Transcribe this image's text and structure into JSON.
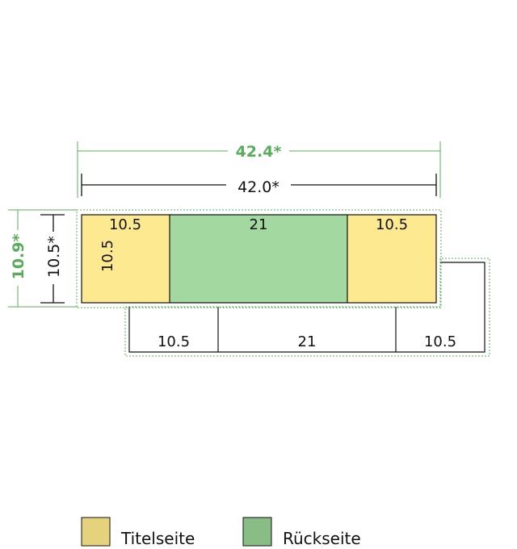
{
  "dimensions": {
    "total_width_outer": "42.4*",
    "total_width_inner": "42.0*",
    "total_height_outer": "10.9*",
    "total_height_inner": "10.5*"
  },
  "top_panels": {
    "left_width": "10.5",
    "left_height": "10.5",
    "middle_width": "21",
    "right_width": "10.5"
  },
  "bottom_panels": {
    "left_width": "10.5",
    "middle_width": "21",
    "right_width": "10.5"
  },
  "legend": [
    {
      "label": "Titelseite",
      "color": "#e5d27c"
    },
    {
      "label": "Rückseite",
      "color": "#88bd86"
    }
  ],
  "colors": {
    "title_page_fill": "#fde98f",
    "back_page_fill": "#a3d9a0",
    "dimension_green": "#5aac5a",
    "outline_dotted_green": "#5aac5a"
  }
}
